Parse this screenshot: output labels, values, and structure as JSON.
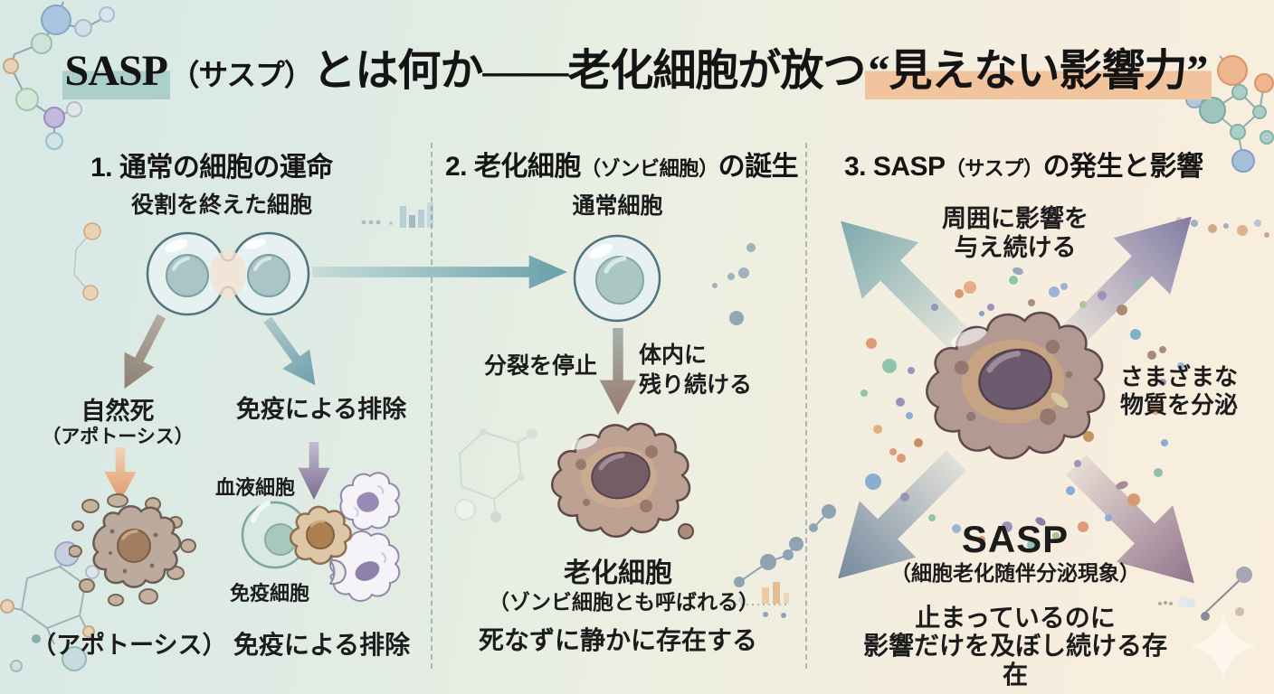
{
  "title": {
    "part_sasp": "SASP",
    "part_kana": "（サスプ）",
    "part_middle": "とは何か——老化細胞が放つ",
    "part_highlight": "“見えない影響力”"
  },
  "columns": [
    {
      "heading": {
        "pre": "1. 通常の細胞の運命",
        "paren": "",
        "post": ""
      },
      "cell_label": "役割を終えた細胞",
      "branch_left": {
        "title": "自然死",
        "subtitle": "（アポトーシス）"
      },
      "branch_right": {
        "title": "免疫による排除"
      },
      "blood_cell_label": "血液細胞",
      "immune_cell_label": "免疫細胞",
      "caption_left": "（アポトーシス）",
      "caption_right": "免疫による排除"
    },
    {
      "heading": {
        "pre": "2. 老化細胞",
        "paren": "（ゾンビ細胞）",
        "post": "の誕生"
      },
      "cell_label": "通常細胞",
      "arrow_left_label": "分裂を停止",
      "arrow_right_label": "体内に\n残り続ける",
      "senescent": {
        "title": "老化細胞",
        "subtitle": "（ゾンビ細胞とも呼ばれる）"
      },
      "caption": "死なずに静かに存在する"
    },
    {
      "heading": {
        "pre": "3. SASP",
        "paren": "（サスプ）",
        "post": "の発生と影響"
      },
      "top_label": "周囲に影響を\n与え続ける",
      "right_label": "さまざまな\n物質を分泌",
      "sasp": {
        "title": "SASP",
        "subtitle": "（細胞老化随伴分泌現象）"
      },
      "caption": "止まっているのに\n影響だけを及ぼし続ける存在"
    }
  ],
  "colors": {
    "highlight_teal": "#abd0c9",
    "highlight_orange": "#f2c49d",
    "background_left": "#d7e8e5",
    "background_right": "#f9eedd",
    "text": "#1c1c1c",
    "arrow_teal": "#69a0aa",
    "arrow_brown": "#8d8074",
    "arrow_orange": "#dd9968",
    "arrow_purple": "#7b6e92",
    "arrow_steel": "#76899f",
    "arrow_mauve": "#91758c",
    "cell_normal": "#e7f1f2",
    "cell_senescent": "#bda192",
    "nucleus_senescent": "#755d68"
  },
  "decorative_icons": [
    "molecule-icon",
    "bar-chart-icon",
    "line-chart-icon",
    "scatter-dots-icon",
    "sparkle-icon",
    "hexagon-ring-icon"
  ]
}
